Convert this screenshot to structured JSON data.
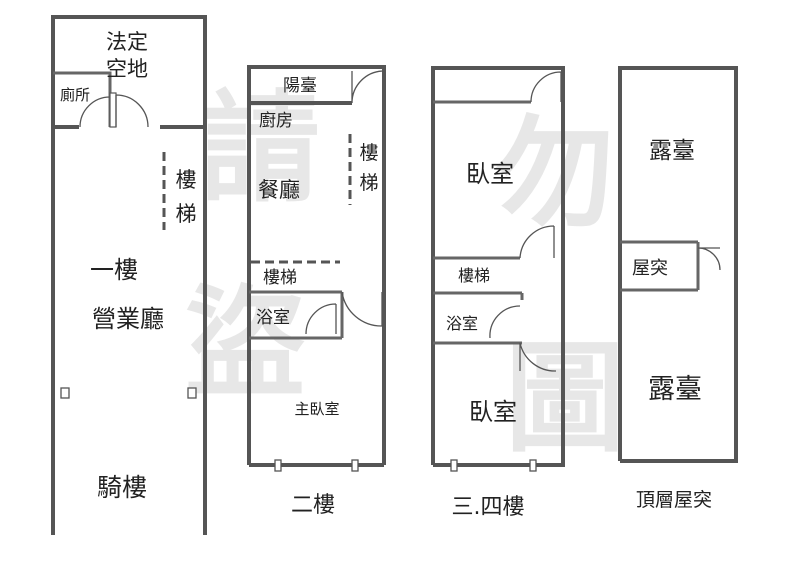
{
  "floors": {
    "first": {
      "open_space": "法定\n空地",
      "toilet": "廁所",
      "stairs": "樓\n梯",
      "hall": "一樓\n營業廳",
      "arcade": "騎樓"
    },
    "second": {
      "balcony": "陽臺",
      "kitchen": "廚房",
      "dining": "餐廳",
      "stairs_v": "樓\n梯",
      "stairs_h": "樓梯",
      "bath": "浴室",
      "master_bedroom": "主臥室",
      "caption": "二樓"
    },
    "third_fourth": {
      "bedroom_top": "臥室",
      "stairs": "樓梯",
      "bath": "浴室",
      "bedroom_bottom": "臥室",
      "caption": "三.四樓"
    },
    "roof": {
      "terrace_top": "露臺",
      "roof_room": "屋突",
      "terrace_bottom": "露臺",
      "caption": "頂層屋突"
    }
  },
  "watermark": [
    "請",
    "勿",
    "盜",
    "圖"
  ],
  "colors": {
    "wall": "#555555",
    "watermark": "#d4d4d4",
    "text": "#222222"
  }
}
